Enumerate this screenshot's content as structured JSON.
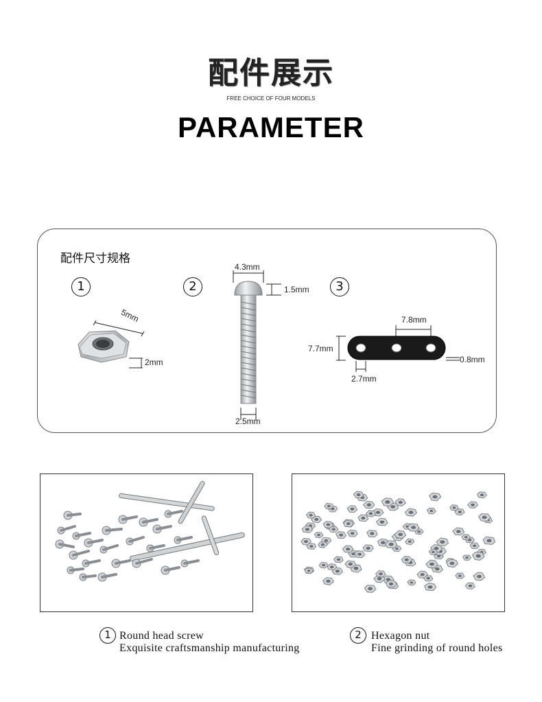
{
  "header": {
    "cn_title": "配件展示",
    "subtitle": "FREE CHOICE OF FOUR MODELS",
    "en_title": "PARAMETER"
  },
  "spec": {
    "heading": "配件尺寸规格",
    "items": [
      {
        "num": "1",
        "name": "nut",
        "dims": [
          "5mm",
          "2mm"
        ]
      },
      {
        "num": "2",
        "name": "screw",
        "dims": [
          "4.3mm",
          "1.5mm",
          "2.5mm"
        ]
      },
      {
        "num": "3",
        "name": "strip",
        "dims": [
          "7.8mm",
          "7.7mm",
          "0.8mm",
          "2.7mm"
        ]
      }
    ]
  },
  "captions": [
    {
      "num": "1",
      "line1": "Round head screw",
      "line2": "Exquisite craftsmanship manufacturing"
    },
    {
      "num": "2",
      "line1": "Hexagon nut",
      "line2": "Fine grinding of round holes"
    }
  ],
  "colors": {
    "border": "#555555",
    "metal": "#c8ccd0",
    "strip": "#1a1a1a"
  }
}
